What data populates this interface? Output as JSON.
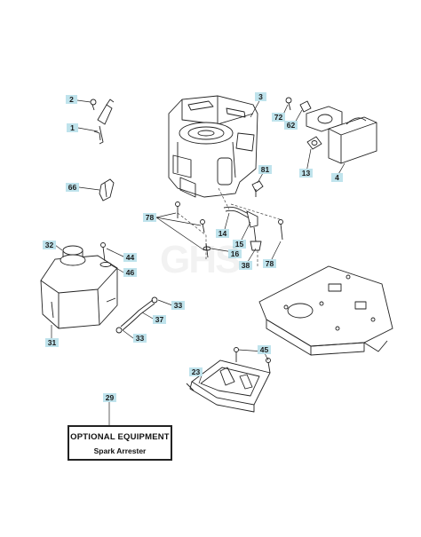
{
  "watermark": "GHS",
  "optional": {
    "title": "OPTIONAL EQUIPMENT",
    "item": "Spark Arrester"
  },
  "callouts": [
    {
      "id": "c2",
      "label": "2"
    },
    {
      "id": "c1",
      "label": "1"
    },
    {
      "id": "c3",
      "label": "3"
    },
    {
      "id": "c72",
      "label": "72"
    },
    {
      "id": "c62",
      "label": "62"
    },
    {
      "id": "c13",
      "label": "13"
    },
    {
      "id": "c4",
      "label": "4"
    },
    {
      "id": "c81",
      "label": "81"
    },
    {
      "id": "c66",
      "label": "66"
    },
    {
      "id": "c78a",
      "label": "78"
    },
    {
      "id": "c14",
      "label": "14"
    },
    {
      "id": "c15",
      "label": "15"
    },
    {
      "id": "c16",
      "label": "16"
    },
    {
      "id": "c38",
      "label": "38"
    },
    {
      "id": "c78b",
      "label": "78"
    },
    {
      "id": "c32",
      "label": "32"
    },
    {
      "id": "c44",
      "label": "44"
    },
    {
      "id": "c46",
      "label": "46"
    },
    {
      "id": "c33a",
      "label": "33"
    },
    {
      "id": "c37",
      "label": "37"
    },
    {
      "id": "c33b",
      "label": "33"
    },
    {
      "id": "c31",
      "label": "31"
    },
    {
      "id": "c45",
      "label": "45"
    },
    {
      "id": "c23",
      "label": "23"
    },
    {
      "id": "c29",
      "label": "29"
    }
  ]
}
